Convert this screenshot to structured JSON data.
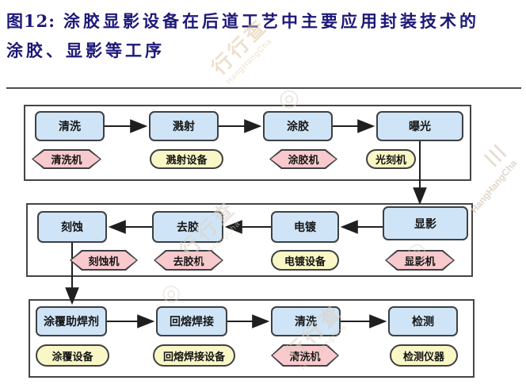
{
  "figure": {
    "title_prefix": "图12:",
    "title_line1": "涂胶显影设备在后道工艺中主要应用封装技术的",
    "title_line2": "涂胶、显影等工序"
  },
  "watermark": {
    "cn": "行行查",
    "latin": "HangHangCha",
    "circle_glyph": "◎",
    "logo_glyph": "☰"
  },
  "colors": {
    "title": "#1d1878",
    "process_fill": "#cfe4f7",
    "hexagon_fill": "#f8c9cd",
    "pill_fill": "#f9f7c5",
    "shape_border": "#3f4042",
    "arrow": "#1f1f1f"
  },
  "flow": {
    "rows": [
      {
        "name": "front-row",
        "direction": "right",
        "steps": [
          {
            "label": "清洗",
            "equipment": "清洗机",
            "equipment_shape": "hexagon"
          },
          {
            "label": "溅射",
            "equipment": "溅射设备",
            "equipment_shape": "pill"
          },
          {
            "label": "涂胶",
            "equipment": "涂胶机",
            "equipment_shape": "hexagon"
          },
          {
            "label": "曝光",
            "equipment": "光刻机",
            "equipment_shape": "pill"
          }
        ]
      },
      {
        "name": "middle-row",
        "direction": "left",
        "steps": [
          {
            "label": "刻蚀",
            "equipment": "刻蚀机",
            "equipment_shape": "hexagon"
          },
          {
            "label": "去胶",
            "equipment": "去胶机",
            "equipment_shape": "hexagon"
          },
          {
            "label": "电镀",
            "equipment": "电镀设备",
            "equipment_shape": "pill"
          },
          {
            "label": "显影",
            "equipment": "显影机",
            "equipment_shape": "hexagon"
          }
        ]
      },
      {
        "name": "back-row",
        "direction": "right",
        "steps": [
          {
            "label": "涂覆助焊剂",
            "equipment": "涂覆设备",
            "equipment_shape": "pill"
          },
          {
            "label": "回熔焊接",
            "equipment": "回熔焊接设备",
            "equipment_shape": "pill"
          },
          {
            "label": "清洗",
            "equipment": "清洗机",
            "equipment_shape": "hexagon"
          },
          {
            "label": "检测",
            "equipment": "检测仪器",
            "equipment_shape": "pill"
          }
        ]
      }
    ]
  }
}
